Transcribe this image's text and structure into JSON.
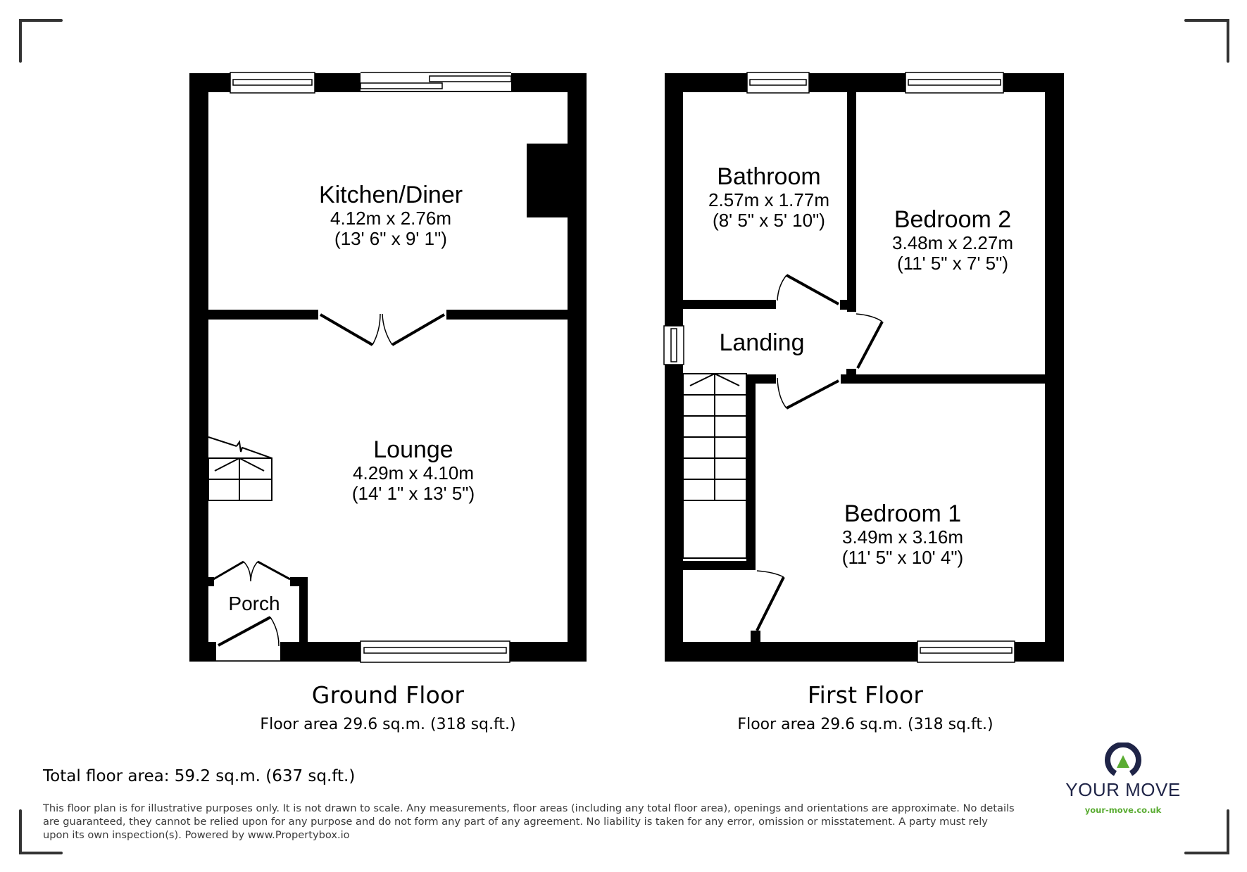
{
  "colors": {
    "wall": "#000000",
    "frame_bracket": "#333333",
    "brand_navy": "#1f2447",
    "brand_green": "#5aac32",
    "disclaimer_text": "#3a3a3a"
  },
  "ground_floor": {
    "title": "Ground Floor",
    "area": "Floor area 29.6 sq.m. (318 sq.ft.)",
    "rooms": [
      {
        "name": "Kitchen/Diner",
        "metric": "4.12m x 2.76m",
        "imperial": "(13' 6\" x 9' 1\")"
      },
      {
        "name": "Lounge",
        "metric": "4.29m x 4.10m",
        "imperial": "(14' 1\" x 13' 5\")"
      },
      {
        "name": "Porch"
      }
    ]
  },
  "first_floor": {
    "title": "First Floor",
    "area": "Floor area 29.6 sq.m. (318 sq.ft.)",
    "rooms": [
      {
        "name": "Bathroom",
        "metric": "2.57m x 1.77m",
        "imperial": "(8' 5\" x 5' 10\")"
      },
      {
        "name": "Bedroom 2",
        "metric": "3.48m x 2.27m",
        "imperial": "(11' 5\" x 7' 5\")"
      },
      {
        "name": "Landing"
      },
      {
        "name": "Bedroom 1",
        "metric": "3.49m x 3.16m",
        "imperial": "(11' 5\" x 10' 4\")"
      }
    ]
  },
  "total_area": "Total floor area: 59.2 sq.m. (637 sq.ft.)",
  "disclaimer": "This floor plan is for illustrative purposes only. It is not drawn to scale. Any measurements, floor areas (including any total floor area), openings and orientations are approximate. No details are guaranteed, they cannot be relied upon for any purpose and do not form any part of any agreement. No liability is taken for any error, omission or misstatement. A party must rely upon its own inspection(s). Powered by www.Propertybox.io",
  "logo": {
    "icon": "your-move-ring-arrow-icon",
    "brand": "YOUR MOVE",
    "url": "your-move.co.uk"
  }
}
